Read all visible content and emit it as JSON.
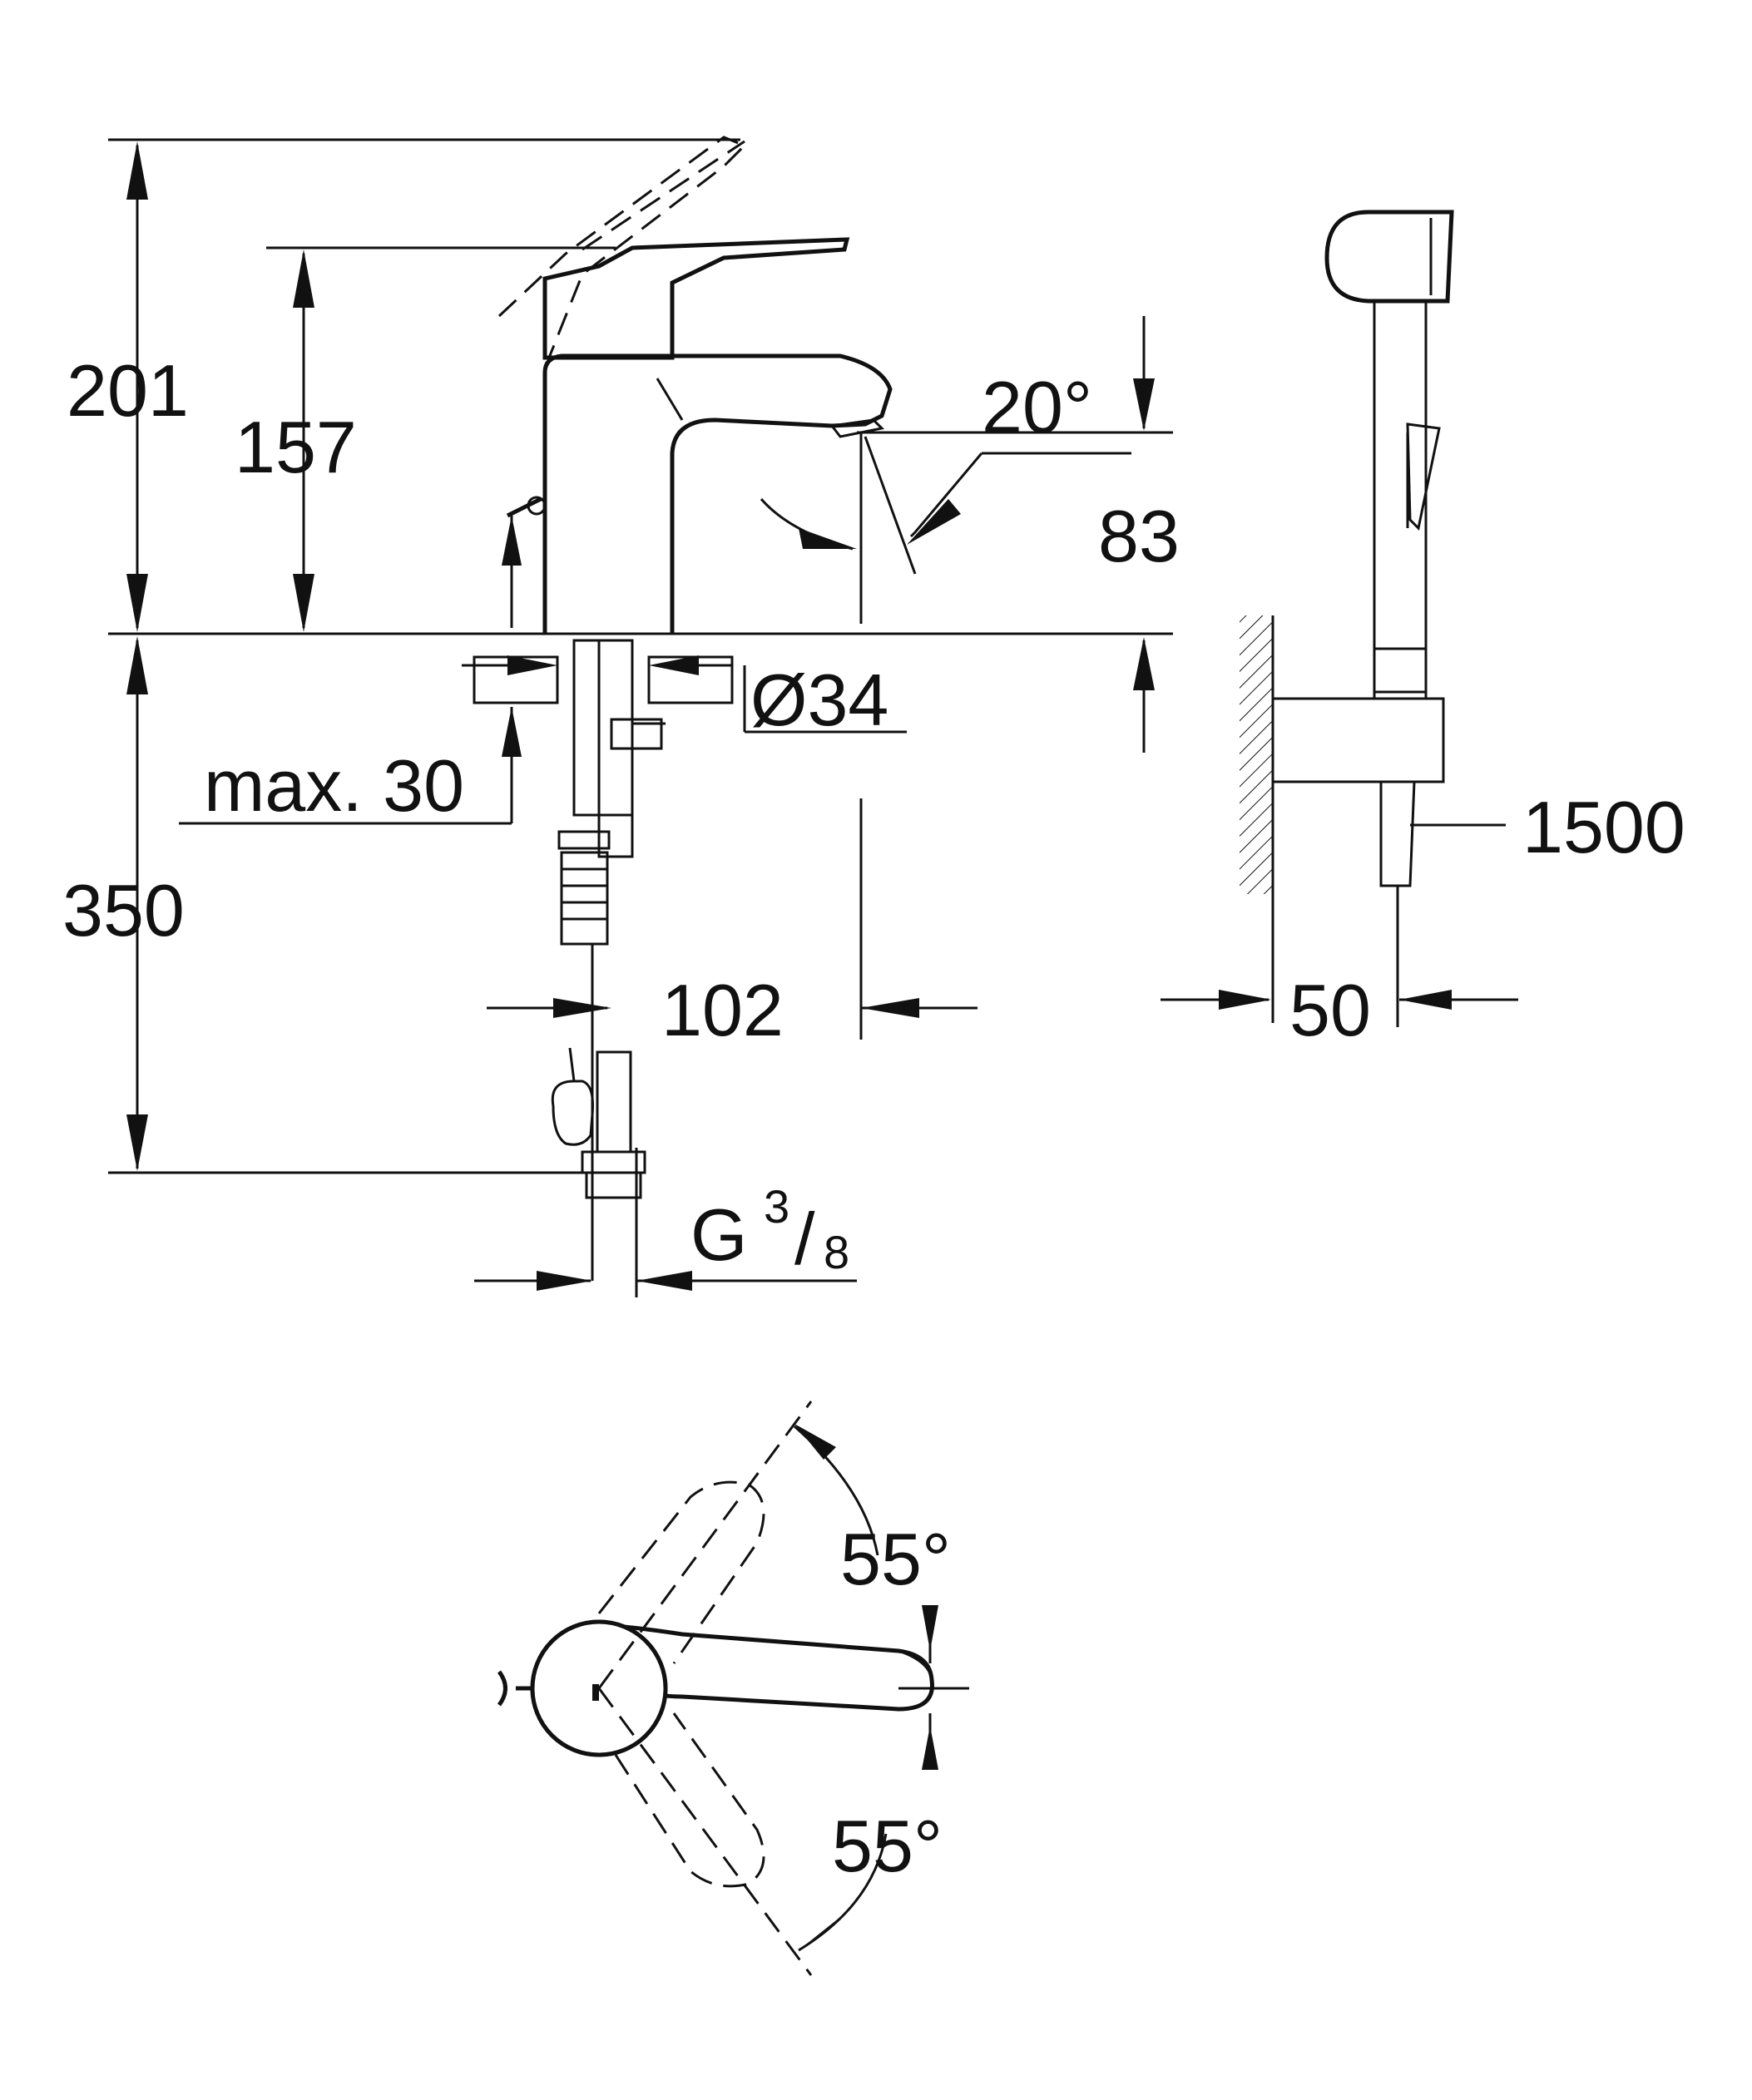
{
  "dimensions": {
    "total_height": "201",
    "lever_height": "157",
    "spout_angle": "20°",
    "spout_height": "83",
    "hole_diameter": "Ø34",
    "max_deck_thickness": "max. 30",
    "hose_length": "350",
    "spout_reach": "102",
    "holder_projection": "50",
    "shower_hose_length": "1500",
    "thread_label": "G",
    "thread_fraction_num": "3",
    "thread_fraction_den": "8",
    "lever_angle_upper": "55°",
    "lever_angle_lower": "55°"
  }
}
